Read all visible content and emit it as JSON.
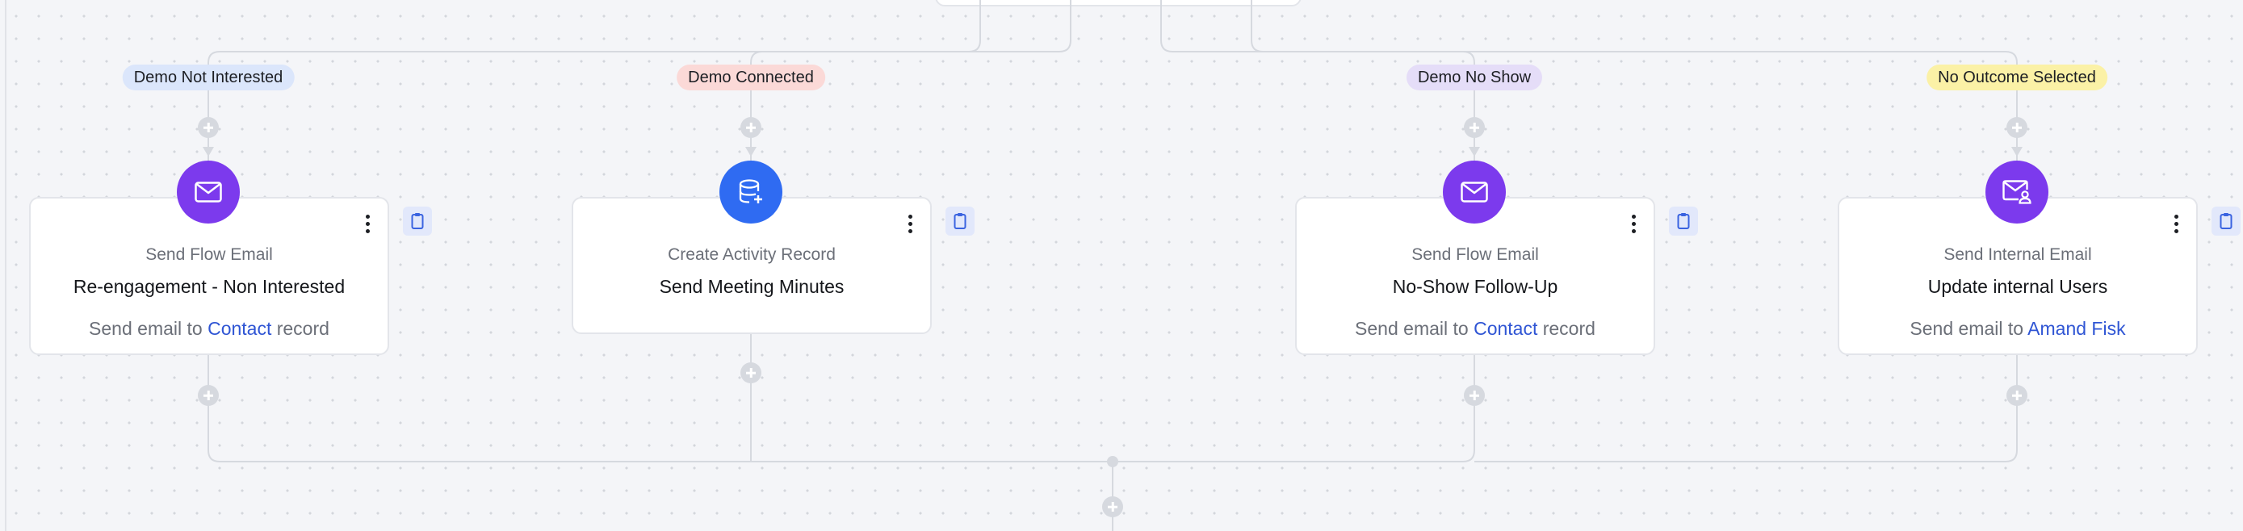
{
  "colors": {
    "accent_purple": "#7c3aed",
    "accent_blue": "#2f6bf2",
    "link_blue": "#2f55d4",
    "connector": "#d6d9df"
  },
  "branches": [
    {
      "label": "Demo Not Interested",
      "label_bg": "#dbe6fb",
      "icon": "envelope-icon",
      "icon_color": "#7c3aed",
      "step_type": "Send Flow Email",
      "title": "Re-engagement - Non Interested",
      "desc_prefix": "Send email to ",
      "desc_link": "Contact",
      "desc_suffix": " record"
    },
    {
      "label": "Demo Connected",
      "label_bg": "#fbd9d7",
      "icon": "database-plus-icon",
      "icon_color": "#2f6bf2",
      "step_type": "Create Activity Record",
      "title": "Send Meeting Minutes",
      "desc_prefix": "",
      "desc_link": "",
      "desc_suffix": ""
    },
    {
      "label": "Demo No Show",
      "label_bg": "#e5ddf8",
      "icon": "envelope-icon",
      "icon_color": "#7c3aed",
      "step_type": "Send Flow Email",
      "title": "No-Show Follow-Up",
      "desc_prefix": "Send email to ",
      "desc_link": "Contact",
      "desc_suffix": " record"
    },
    {
      "label": "No Outcome Selected",
      "label_bg": "#fbf1a6",
      "icon": "envelope-user-icon",
      "icon_color": "#7c3aed",
      "step_type": "Send Internal Email",
      "title": "Update internal Users",
      "desc_prefix": "Send email to ",
      "desc_link": "Amand Fisk",
      "desc_suffix": ""
    }
  ]
}
